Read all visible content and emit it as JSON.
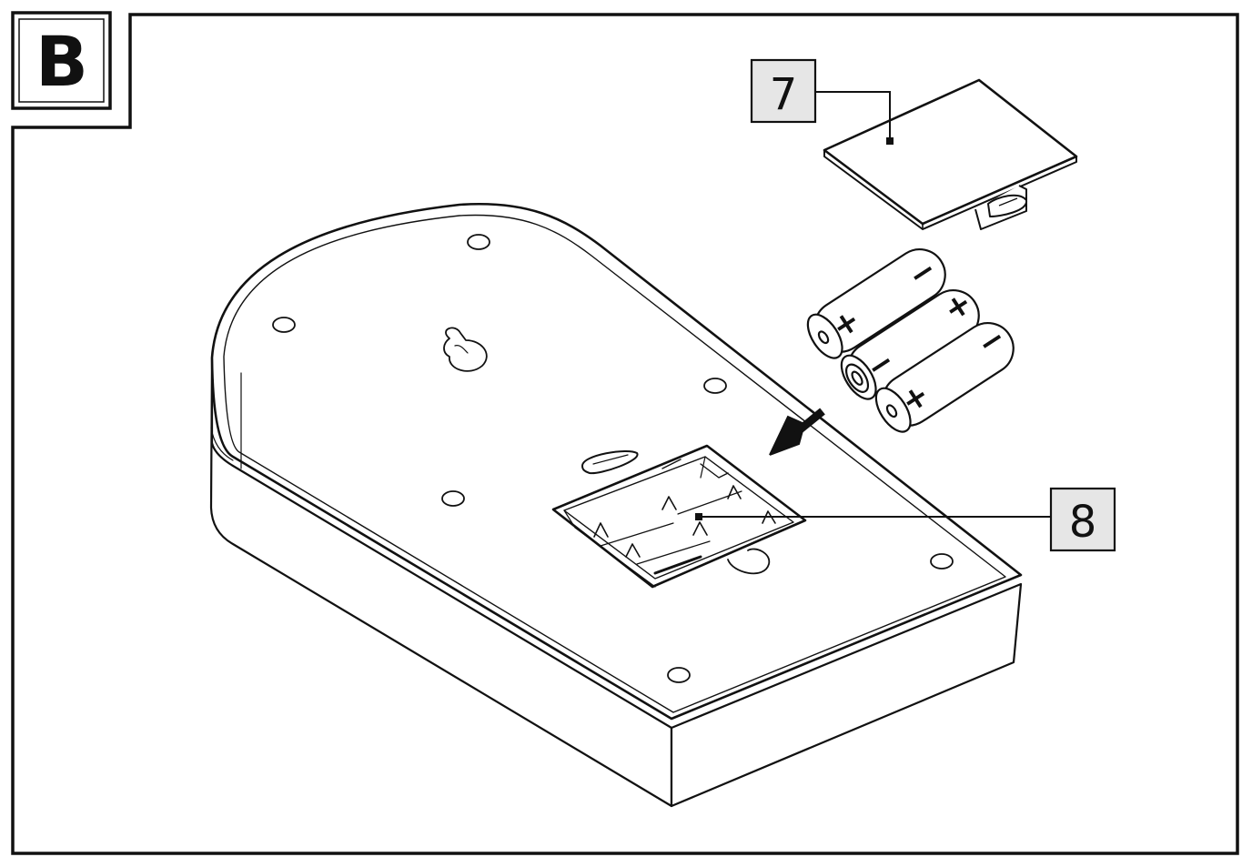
{
  "panel": {
    "label": "B"
  },
  "callouts": {
    "battery_cover": {
      "number": "7"
    },
    "battery_compartment": {
      "number": "8"
    }
  },
  "batteries": [
    {
      "polarity_left": "+",
      "polarity_right": "−"
    },
    {
      "polarity_left": "−",
      "polarity_right": "+"
    },
    {
      "polarity_left": "+",
      "polarity_right": "−"
    }
  ],
  "colors": {
    "line": "#111111",
    "callout_fill": "#e6e6e6",
    "background": "#ffffff"
  }
}
